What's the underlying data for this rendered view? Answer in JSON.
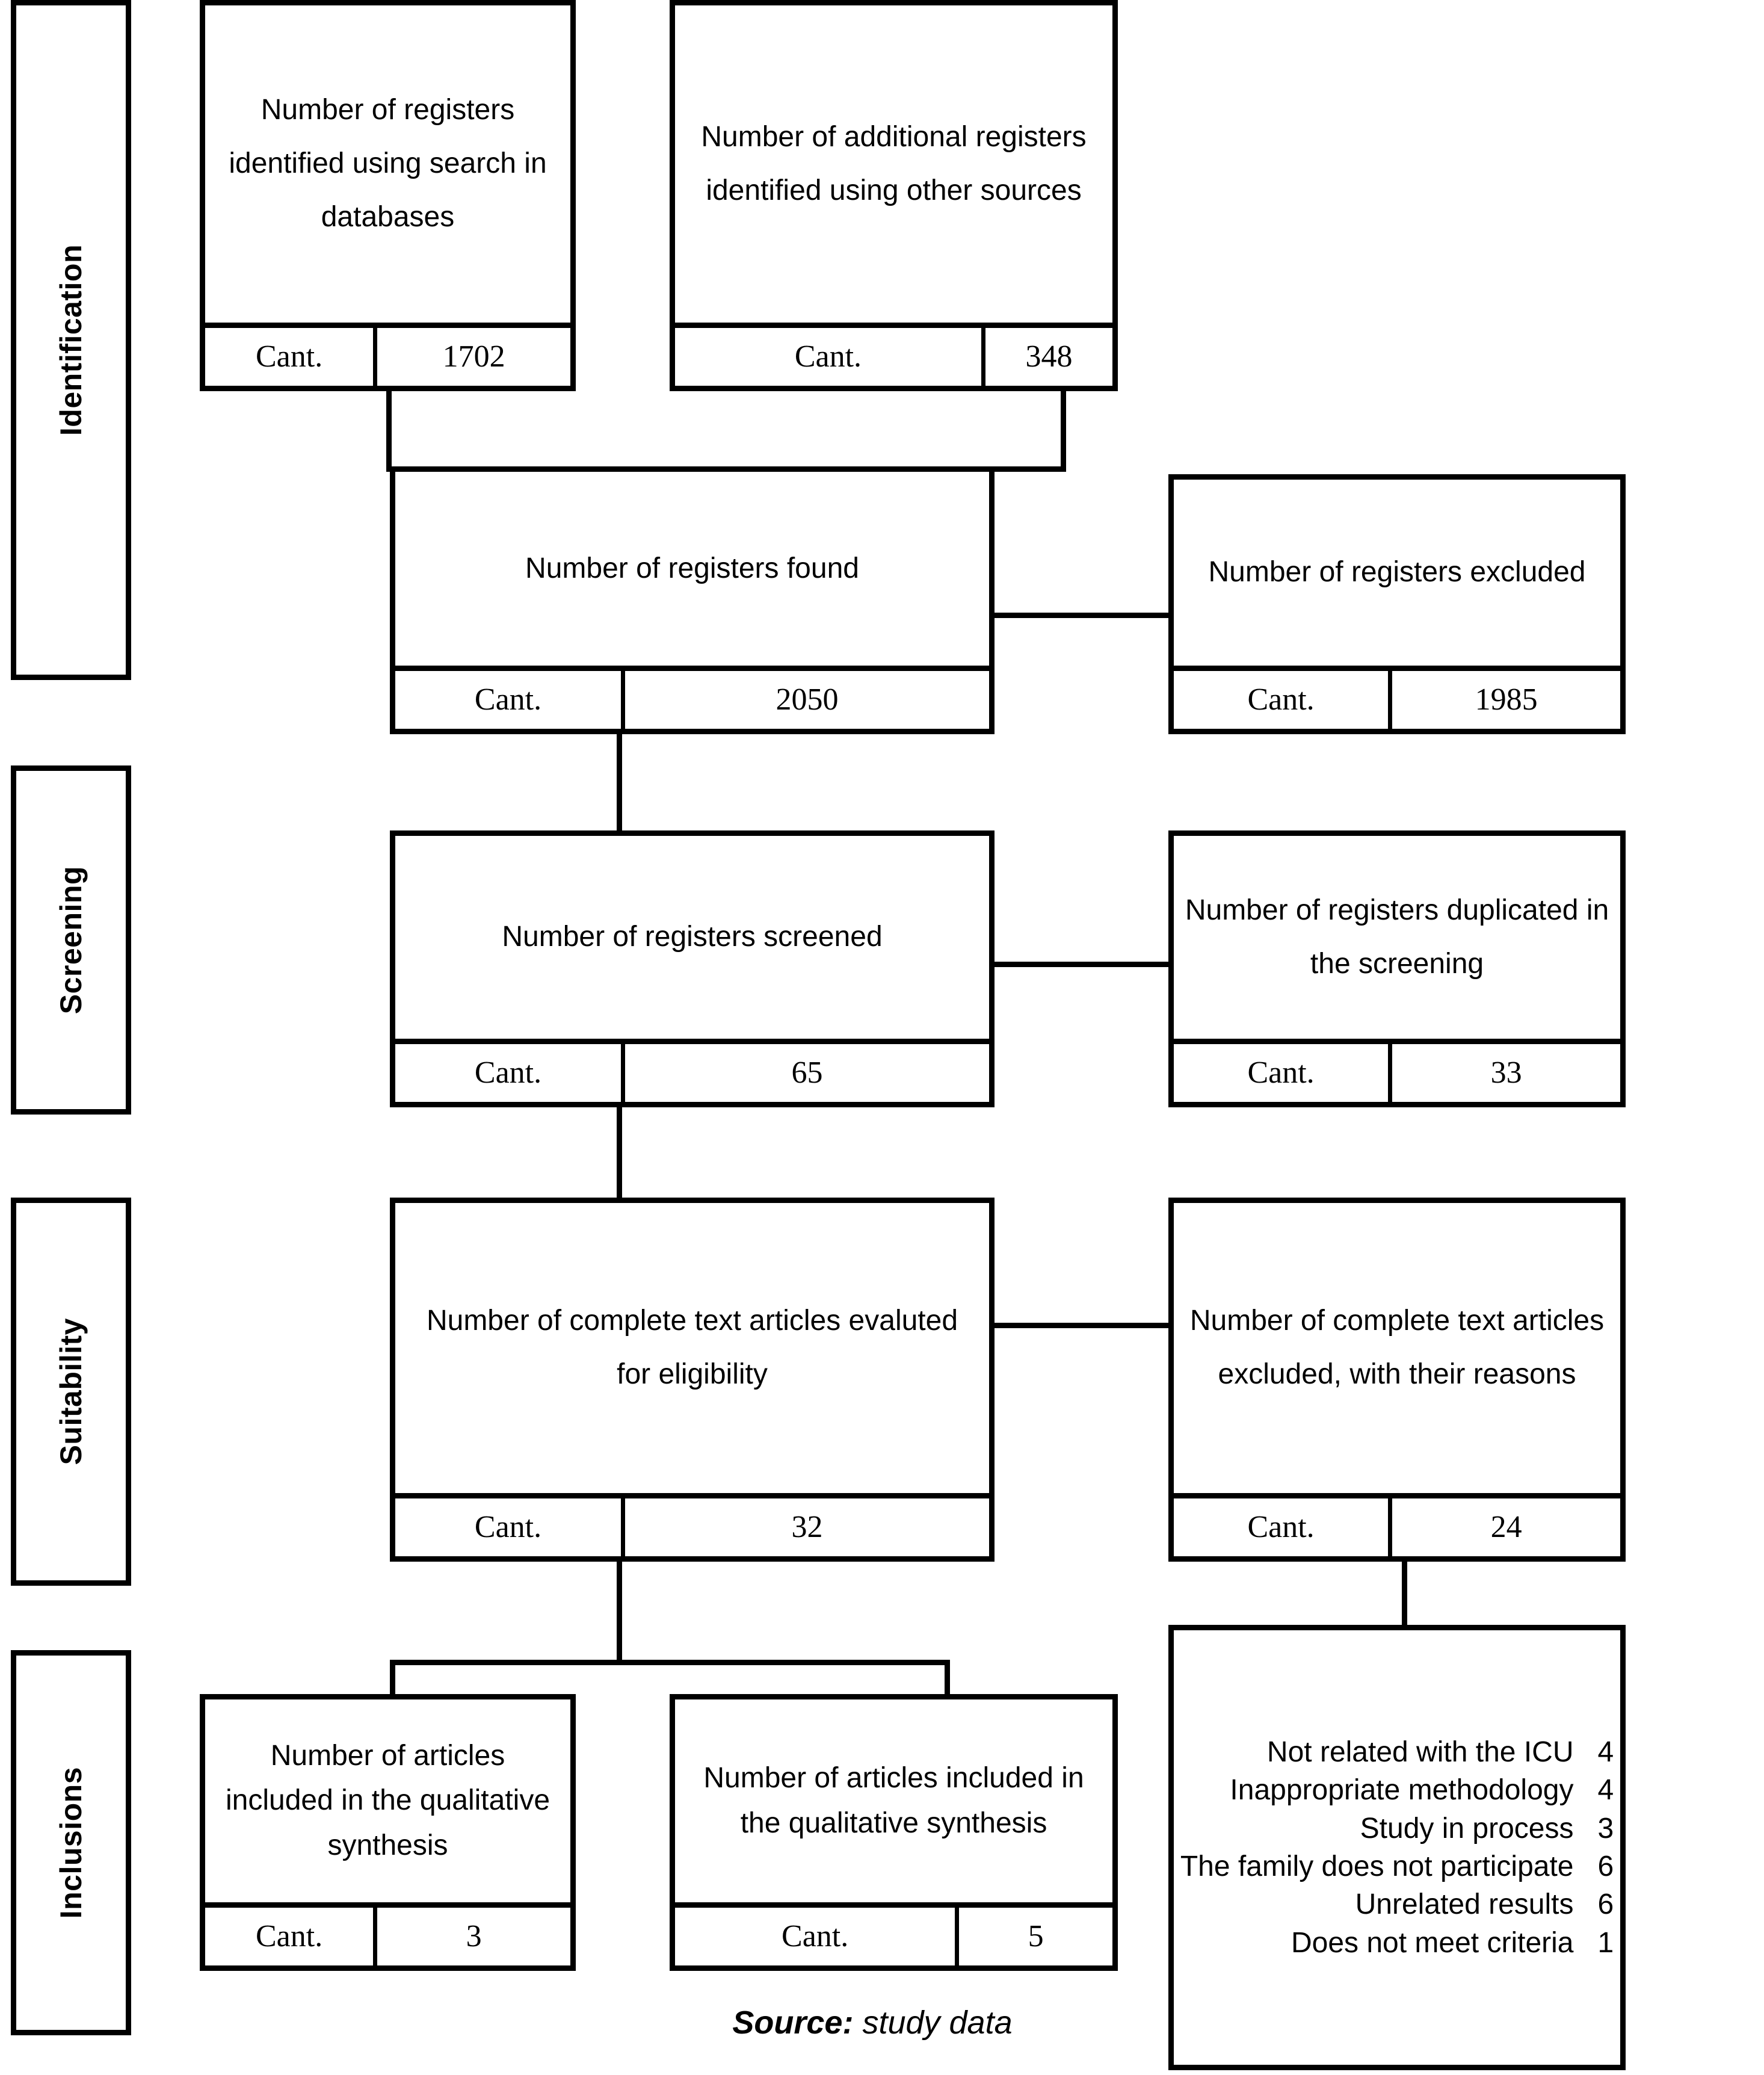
{
  "stages": [
    {
      "label": "Identification"
    },
    {
      "label": "Screening"
    },
    {
      "label": "Suitability"
    },
    {
      "label": "Inclusions"
    }
  ],
  "count_label": "Cant.",
  "nodes": {
    "db_search": {
      "title": "Number of registers identified using search in databases",
      "count_label": "Cant.",
      "count": "1702"
    },
    "other_sources": {
      "title": "Number of additional registers identified using other sources",
      "count_label": "Cant.",
      "count": "348"
    },
    "found": {
      "title": "Number of registers found",
      "count_label": "Cant.",
      "count": "2050"
    },
    "excluded": {
      "title": "Number of registers excluded",
      "count_label": "Cant.",
      "count": "1985"
    },
    "screened": {
      "title": "Number of registers screened",
      "count_label": "Cant.",
      "count": "65"
    },
    "duplicated": {
      "title": "Number of registers duplicated in the screening",
      "count_label": "Cant.",
      "count": "33"
    },
    "eligibility": {
      "title": "Number of complete text articles evaluted for eligibility",
      "count_label": "Cant.",
      "count": "32"
    },
    "fulltext_excluded": {
      "title": "Number of complete text articles excluded, with their reasons",
      "count_label": "Cant.",
      "count": "24"
    },
    "included_left": {
      "title": "Number of articles included in the qualitative synthesis",
      "count_label": "Cant.",
      "count": "3"
    },
    "included_right": {
      "title": "Number of articles included in the qualitative synthesis",
      "count_label": "Cant.",
      "count": "5"
    }
  },
  "reasons": [
    {
      "text": "Not related with the ICU",
      "count": "4"
    },
    {
      "text": "Inappropriate methodology",
      "count": "4"
    },
    {
      "text": "Study in process",
      "count": "3"
    },
    {
      "text": "The family does not participate",
      "count": "6"
    },
    {
      "text": "Unrelated results",
      "count": "6"
    },
    {
      "text": "Does not meet criteria",
      "count": "1"
    }
  ],
  "caption": {
    "prefix": "Source:",
    "text": " study data"
  },
  "chart_data": {
    "type": "diagram",
    "title": "PRISMA flow diagram",
    "stages": [
      "Identification",
      "Screening",
      "Suitability",
      "Inclusions"
    ],
    "flow": [
      {
        "stage": "Identification",
        "node": "Number of registers identified using search in databases",
        "value": 1702
      },
      {
        "stage": "Identification",
        "node": "Number of additional registers identified using other sources",
        "value": 348
      },
      {
        "stage": "Identification",
        "node": "Number of registers found",
        "value": 2050
      },
      {
        "stage": "Identification",
        "node": "Number of registers excluded",
        "value": 1985
      },
      {
        "stage": "Screening",
        "node": "Number of registers screened",
        "value": 65
      },
      {
        "stage": "Screening",
        "node": "Number of registers duplicated in the screening",
        "value": 33
      },
      {
        "stage": "Suitability",
        "node": "Number of complete text articles evaluted for eligibility",
        "value": 32
      },
      {
        "stage": "Suitability",
        "node": "Number of complete text articles excluded, with their reasons",
        "value": 24
      },
      {
        "stage": "Inclusions",
        "node": "Number of articles included in the qualitative synthesis",
        "value": 3
      },
      {
        "stage": "Inclusions",
        "node": "Number of articles included in the qualitative synthesis",
        "value": 5
      }
    ],
    "exclusion_reasons": {
      "Not related with the ICU": 4,
      "Inappropriate methodology": 4,
      "Study in process": 3,
      "The family does not participate": 6,
      "Unrelated results": 6,
      "Does not meet criteria": 1
    }
  }
}
